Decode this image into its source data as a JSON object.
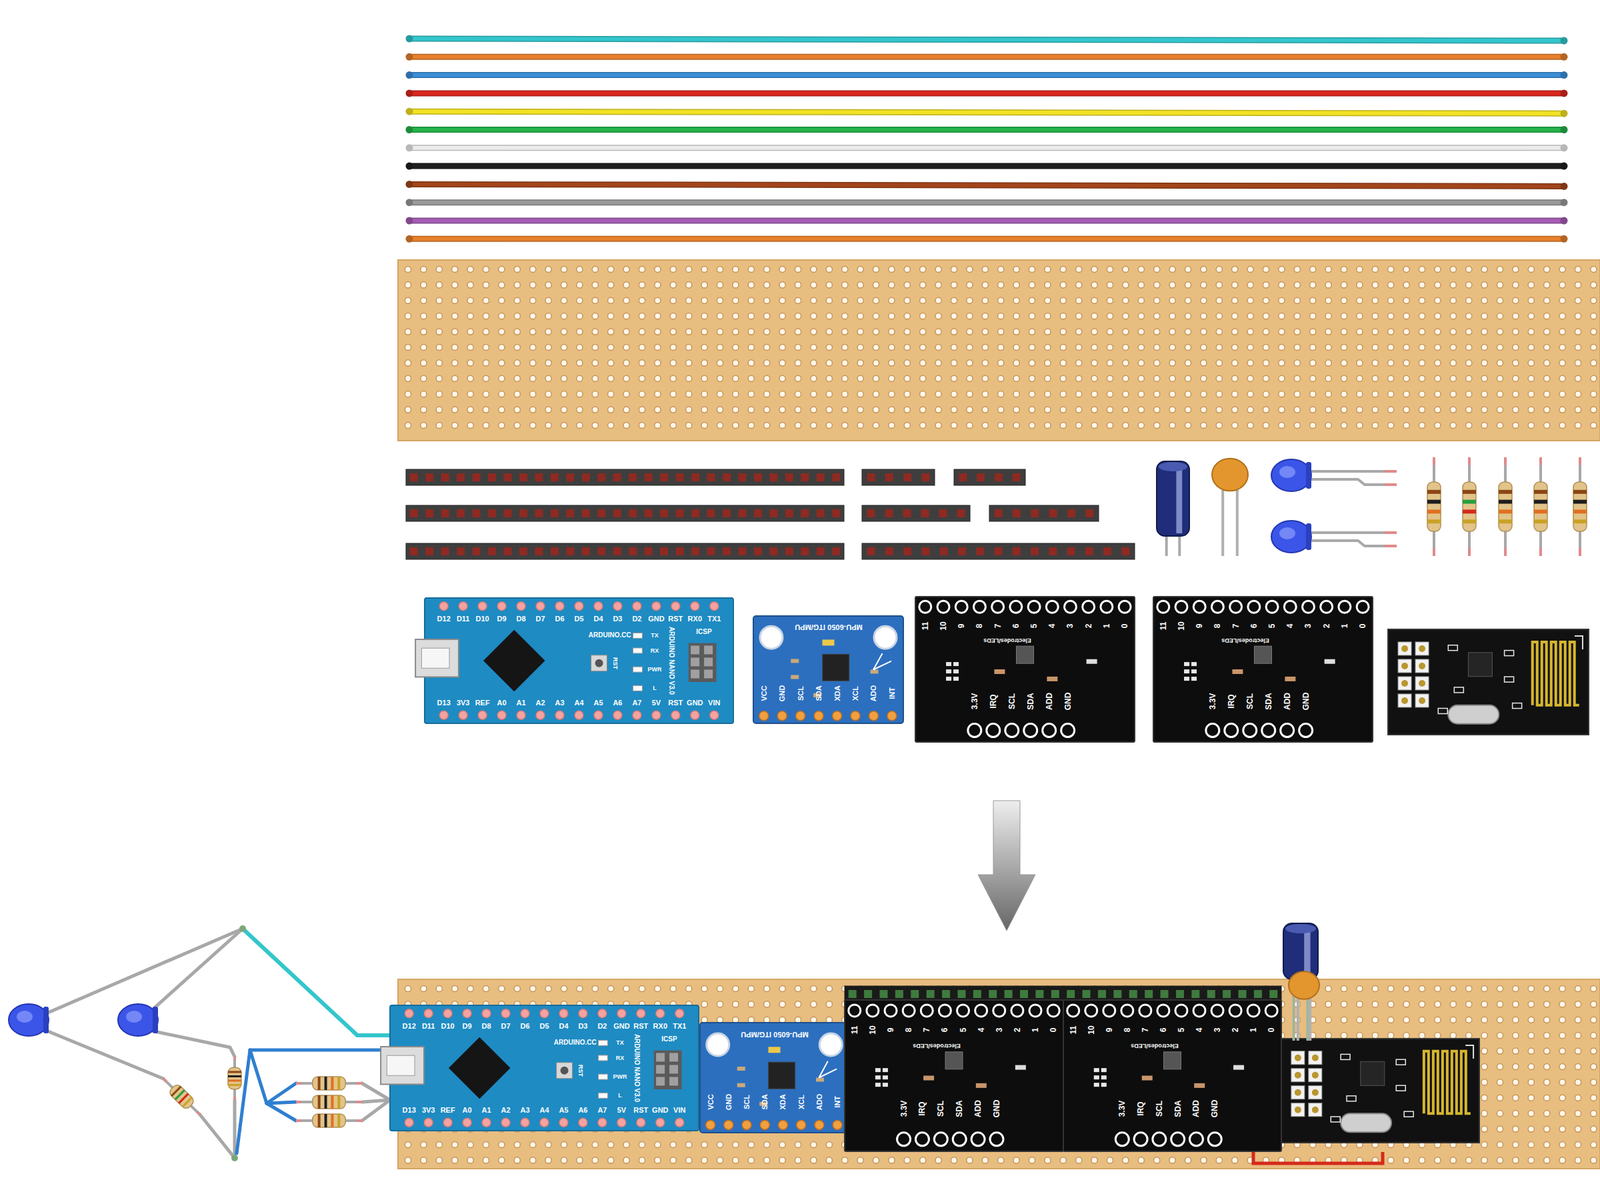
{
  "diagram": {
    "nodes": [
      {
        "text": [
          "D12",
          "D11",
          "D10",
          "D9",
          "D8",
          "D7",
          "D6",
          "D5",
          "D4",
          "D3",
          "D2",
          "GND",
          "RST",
          "RX0",
          "TX1",
          "D13",
          "3V3",
          "REF",
          "A0",
          "A1",
          "A2",
          "A3",
          "A4",
          "A5",
          "A6",
          "A7",
          "5V",
          "RST",
          "GND",
          "VIN",
          "ARDUINO.CC",
          "ARDUINO NANO V3.0",
          "ICSP",
          "TX",
          "RX",
          "PWR",
          "L",
          "RST"
        ]
      },
      {
        "text": [
          "MPU-6050 ITG/MPU",
          "VCC",
          "GND",
          "SCL",
          "SDA",
          "XDA",
          "XCL",
          "ADO",
          "INT"
        ]
      },
      {
        "text": [
          "11",
          "10",
          "9",
          "8",
          "7",
          "6",
          "5",
          "4",
          "3",
          "2",
          "1",
          "0",
          "Electrodes/LEDs",
          "3.3V",
          "IRQ",
          "SCL",
          "SDA",
          "ADD",
          "GND"
        ]
      },
      {
        "text": [
          "11",
          "10",
          "9",
          "8",
          "7",
          "6",
          "5",
          "4",
          "3",
          "2",
          "1",
          "0",
          "Electrodes/LEDs",
          "3.3V",
          "IRQ",
          "SCL",
          "SDA",
          "ADD",
          "GND"
        ]
      },
      {
        "text": [
          "D12",
          "D11",
          "D10",
          "D9",
          "D8",
          "D7",
          "D6",
          "D5",
          "D4",
          "D3",
          "D2",
          "GND",
          "RST",
          "RX0",
          "TX1",
          "D13",
          "3V3",
          "REF",
          "A0",
          "A1",
          "A2",
          "A3",
          "A4",
          "A5",
          "A6",
          "A7",
          "5V",
          "RST",
          "GND",
          "VIN",
          "ARDUINO.CC",
          "ARDUINO NANO V3.0",
          "ICSP",
          "TX",
          "RX",
          "PWR",
          "L",
          "RST"
        ]
      },
      {
        "text": [
          "MPU-6050 ITG/MPU",
          "VCC",
          "GND",
          "SCL",
          "SDA",
          "XDA",
          "XCL",
          "ADO",
          "INT"
        ]
      },
      {
        "text": [
          "11",
          "10",
          "9",
          "8",
          "7",
          "6",
          "5",
          "4",
          "3",
          "2",
          "1",
          "0",
          "Electrodes/LEDs",
          "3.3V",
          "IRQ",
          "SCL",
          "SDA",
          "ADD",
          "GND"
        ]
      },
      {
        "text": [
          "11",
          "10",
          "9",
          "8",
          "7",
          "6",
          "5",
          "4",
          "3",
          "2",
          "1",
          "0",
          "Electrodes/LEDs",
          "3.3V",
          "IRQ",
          "SCL",
          "SDA",
          "ADD",
          "GND"
        ]
      }
    ]
  }
}
